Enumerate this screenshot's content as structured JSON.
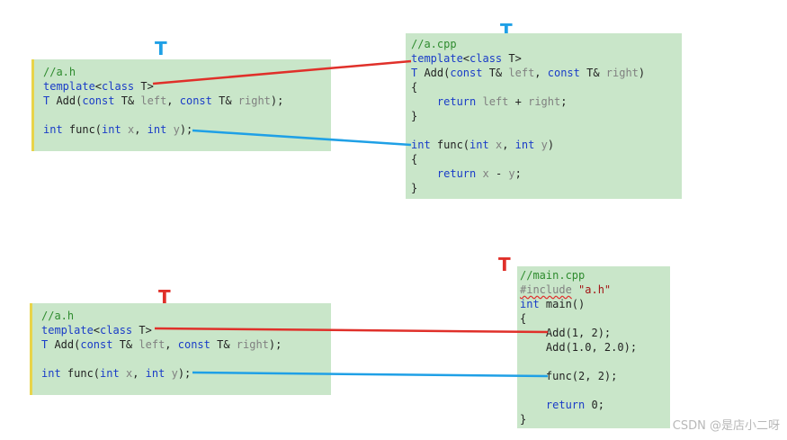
{
  "top": {
    "left_box": {
      "label": "T",
      "lines": [
        [
          {
            "t": "//a.h",
            "c": "cm"
          }
        ],
        [
          {
            "t": "template",
            "c": "kw"
          },
          {
            "t": "<",
            "c": ""
          },
          {
            "t": "class",
            "c": "kw"
          },
          {
            "t": " T>",
            "c": ""
          }
        ],
        [
          {
            "t": "T ",
            "c": "kw"
          },
          {
            "t": "Add(",
            "c": ""
          },
          {
            "t": "const",
            "c": "kw"
          },
          {
            "t": " T& ",
            "c": ""
          },
          {
            "t": "left",
            "c": "pm"
          },
          {
            "t": ", ",
            "c": ""
          },
          {
            "t": "const",
            "c": "kw"
          },
          {
            "t": " T& ",
            "c": ""
          },
          {
            "t": "right",
            "c": "pm"
          },
          {
            "t": ");",
            "c": ""
          }
        ],
        [],
        [
          {
            "t": "int",
            "c": "kw"
          },
          {
            "t": " func(",
            "c": ""
          },
          {
            "t": "int",
            "c": "kw"
          },
          {
            "t": " ",
            "c": ""
          },
          {
            "t": "x",
            "c": "pm"
          },
          {
            "t": ", ",
            "c": ""
          },
          {
            "t": "int",
            "c": "kw"
          },
          {
            "t": " ",
            "c": ""
          },
          {
            "t": "y",
            "c": "pm"
          },
          {
            "t": ");",
            "c": ""
          }
        ]
      ]
    },
    "right_box": {
      "label": "T",
      "lines": [
        [
          {
            "t": "//a.cpp",
            "c": "cm"
          }
        ],
        [
          {
            "t": "template",
            "c": "kw"
          },
          {
            "t": "<",
            "c": ""
          },
          {
            "t": "class",
            "c": "kw"
          },
          {
            "t": " T>",
            "c": ""
          }
        ],
        [
          {
            "t": "T ",
            "c": "kw"
          },
          {
            "t": "Add(",
            "c": ""
          },
          {
            "t": "const",
            "c": "kw"
          },
          {
            "t": " T& ",
            "c": ""
          },
          {
            "t": "left",
            "c": "pm"
          },
          {
            "t": ", ",
            "c": ""
          },
          {
            "t": "const",
            "c": "kw"
          },
          {
            "t": " T& ",
            "c": ""
          },
          {
            "t": "right",
            "c": "pm"
          },
          {
            "t": ")",
            "c": ""
          }
        ],
        [
          {
            "t": "{",
            "c": ""
          }
        ],
        [
          {
            "t": "    ",
            "c": ""
          },
          {
            "t": "return",
            "c": "kw"
          },
          {
            "t": " ",
            "c": ""
          },
          {
            "t": "left",
            "c": "pm"
          },
          {
            "t": " + ",
            "c": ""
          },
          {
            "t": "right",
            "c": "pm"
          },
          {
            "t": ";",
            "c": ""
          }
        ],
        [
          {
            "t": "}",
            "c": ""
          }
        ],
        [],
        [
          {
            "t": "int",
            "c": "kw"
          },
          {
            "t": " func(",
            "c": ""
          },
          {
            "t": "int",
            "c": "kw"
          },
          {
            "t": " ",
            "c": ""
          },
          {
            "t": "x",
            "c": "pm"
          },
          {
            "t": ", ",
            "c": ""
          },
          {
            "t": "int",
            "c": "kw"
          },
          {
            "t": " ",
            "c": ""
          },
          {
            "t": "y",
            "c": "pm"
          },
          {
            "t": ")",
            "c": ""
          }
        ],
        [
          {
            "t": "{",
            "c": ""
          }
        ],
        [
          {
            "t": "    ",
            "c": ""
          },
          {
            "t": "return",
            "c": "kw"
          },
          {
            "t": " ",
            "c": ""
          },
          {
            "t": "x",
            "c": "pm"
          },
          {
            "t": " - ",
            "c": ""
          },
          {
            "t": "y",
            "c": "pm"
          },
          {
            "t": ";",
            "c": ""
          }
        ],
        [
          {
            "t": "}",
            "c": ""
          }
        ]
      ]
    }
  },
  "bottom": {
    "left_box": {
      "label": "T",
      "lines": [
        [
          {
            "t": "//a.h",
            "c": "cm"
          }
        ],
        [
          {
            "t": "template",
            "c": "kw"
          },
          {
            "t": "<",
            "c": ""
          },
          {
            "t": "class",
            "c": "kw"
          },
          {
            "t": " T>",
            "c": ""
          }
        ],
        [
          {
            "t": "T ",
            "c": "kw"
          },
          {
            "t": "Add(",
            "c": ""
          },
          {
            "t": "const",
            "c": "kw"
          },
          {
            "t": " T& ",
            "c": ""
          },
          {
            "t": "left",
            "c": "pm"
          },
          {
            "t": ", ",
            "c": ""
          },
          {
            "t": "const",
            "c": "kw"
          },
          {
            "t": " T& ",
            "c": ""
          },
          {
            "t": "right",
            "c": "pm"
          },
          {
            "t": ");",
            "c": ""
          }
        ],
        [],
        [
          {
            "t": "int",
            "c": "kw"
          },
          {
            "t": " func(",
            "c": ""
          },
          {
            "t": "int",
            "c": "kw"
          },
          {
            "t": " ",
            "c": ""
          },
          {
            "t": "x",
            "c": "pm"
          },
          {
            "t": ", ",
            "c": ""
          },
          {
            "t": "int",
            "c": "kw"
          },
          {
            "t": " ",
            "c": ""
          },
          {
            "t": "y",
            "c": "pm"
          },
          {
            "t": ");",
            "c": ""
          }
        ]
      ]
    },
    "right_box": {
      "label": "T",
      "lines": [
        [
          {
            "t": "//main.cpp",
            "c": "cm"
          }
        ],
        [
          {
            "t": "#include",
            "c": "pp squig"
          },
          {
            "t": " ",
            "c": ""
          },
          {
            "t": "\"a.h\"",
            "c": "str"
          }
        ],
        [
          {
            "t": "int",
            "c": "kw"
          },
          {
            "t": " main()",
            "c": ""
          }
        ],
        [
          {
            "t": "{",
            "c": ""
          }
        ],
        [
          {
            "t": "    Add(1, 2);",
            "c": ""
          }
        ],
        [
          {
            "t": "    Add(1.0, 2.0);",
            "c": ""
          }
        ],
        [],
        [
          {
            "t": "    func(2, 2);",
            "c": ""
          }
        ],
        [],
        [
          {
            "t": "    ",
            "c": ""
          },
          {
            "t": "return",
            "c": "kw"
          },
          {
            "t": " 0;",
            "c": ""
          }
        ],
        [
          {
            "t": "}",
            "c": ""
          }
        ]
      ]
    }
  },
  "colors": {
    "link_red": "#e0302a",
    "link_blue": "#1fa0e6",
    "box_bg": "#c9e6c9"
  },
  "watermark": "CSDN @是店小二呀"
}
